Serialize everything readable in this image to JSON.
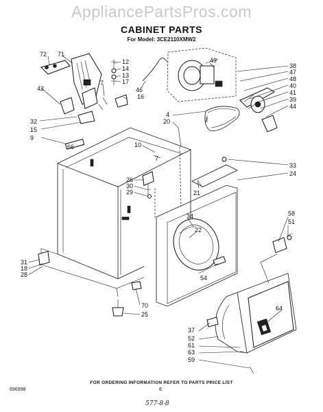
{
  "header": {
    "watermark": "AppliancePartsPros.com",
    "title": "CABINET PARTS",
    "model": "For Model: 3CE2110XMW2"
  },
  "footer": {
    "note": "FOR ORDERING INFORMATION REFER TO PARTS PRICE LIST",
    "doc_number": "696998",
    "page_number": "8",
    "handwritten": "577-8-8"
  },
  "callouts": [
    "72",
    "71",
    "12",
    "14",
    "13",
    "17",
    "49",
    "38",
    "47",
    "48",
    "40",
    "41",
    "39",
    "44",
    "46",
    "42",
    "7",
    "16",
    "32",
    "15",
    "9",
    "4",
    "20",
    "7",
    "66",
    "10",
    "7",
    "33",
    "24",
    "26",
    "30",
    "29",
    "21",
    "58",
    "51",
    "34",
    "22",
    "31",
    "18",
    "28",
    "54",
    "70",
    "25",
    "64",
    "37",
    "52",
    "61",
    "63",
    "59"
  ]
}
